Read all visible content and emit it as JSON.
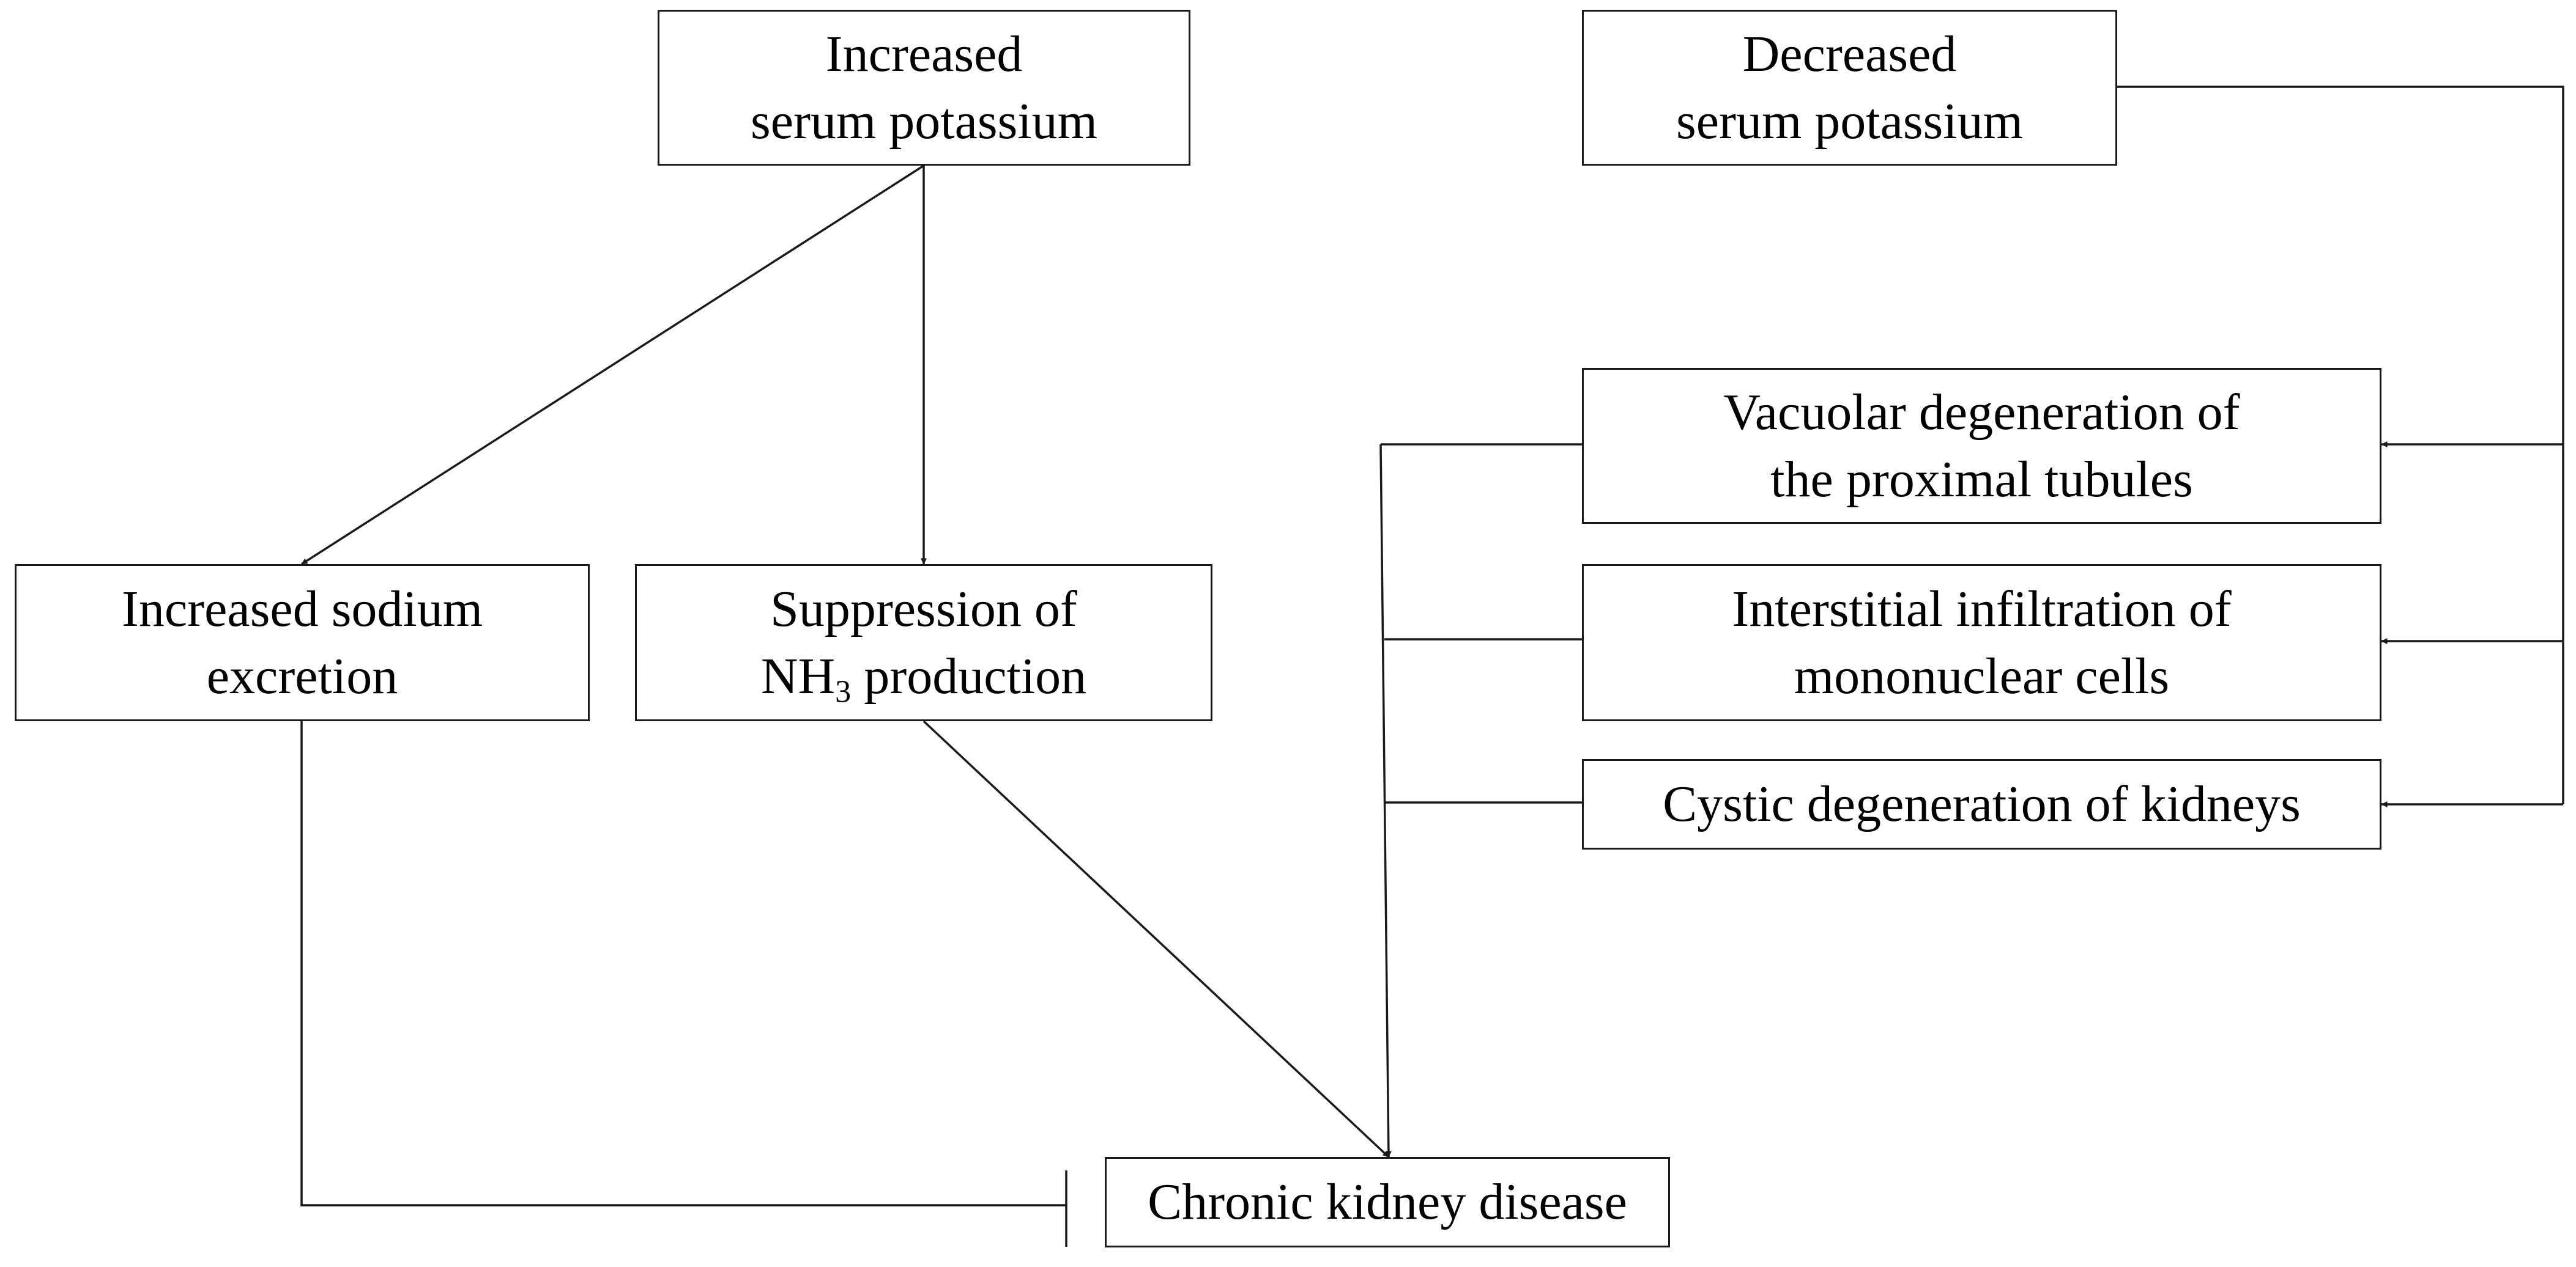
{
  "nodes": {
    "increased_potassium": {
      "line1": "Increased",
      "line2": "serum potassium"
    },
    "decreased_potassium": {
      "line1": "Decreased",
      "line2": "serum potassium"
    },
    "increased_sodium": {
      "line1": "Increased sodium",
      "line2": "excretion"
    },
    "suppression_nh3": {
      "line1": "Suppression of",
      "line2_prefix": "NH",
      "line2_sub": "3",
      "line2_suffix": " production"
    },
    "vacuolar": {
      "line1": "Vacuolar degeneration of",
      "line2": "the proximal tubules"
    },
    "interstitial": {
      "line1": "Interstitial infiltration of",
      "line2": "mononuclear cells"
    },
    "cystic": {
      "line1": "Cystic degeneration of kidneys"
    },
    "ckd": {
      "line1": "Chronic kidney disease"
    }
  },
  "edges": [
    {
      "from": "Increased serum potassium",
      "to": "Increased sodium excretion",
      "type": "activates"
    },
    {
      "from": "Increased serum potassium",
      "to": "Suppression of NH3 production",
      "type": "activates"
    },
    {
      "from": "Decreased serum potassium",
      "to": "Vacuolar degeneration of the proximal tubules",
      "type": "activates"
    },
    {
      "from": "Decreased serum potassium",
      "to": "Interstitial infiltration of mononuclear cells",
      "type": "activates"
    },
    {
      "from": "Decreased serum potassium",
      "to": "Cystic degeneration of kidneys",
      "type": "activates"
    },
    {
      "from": "Suppression of NH3 production",
      "to": "Chronic kidney disease",
      "type": "activates"
    },
    {
      "from": "Vacuolar degeneration of the proximal tubules",
      "to": "Chronic kidney disease",
      "type": "activates"
    },
    {
      "from": "Interstitial infiltration of mononuclear cells",
      "to": "Chronic kidney disease",
      "type": "activates"
    },
    {
      "from": "Cystic degeneration of kidneys",
      "to": "Chronic kidney disease",
      "type": "activates"
    },
    {
      "from": "Increased sodium excretion",
      "to": "Chronic kidney disease",
      "type": "inhibits"
    }
  ],
  "colors": {
    "line": "#1a1a1a",
    "box_border": "#1a1a1a",
    "background": "#ffffff",
    "text": "#000000"
  }
}
